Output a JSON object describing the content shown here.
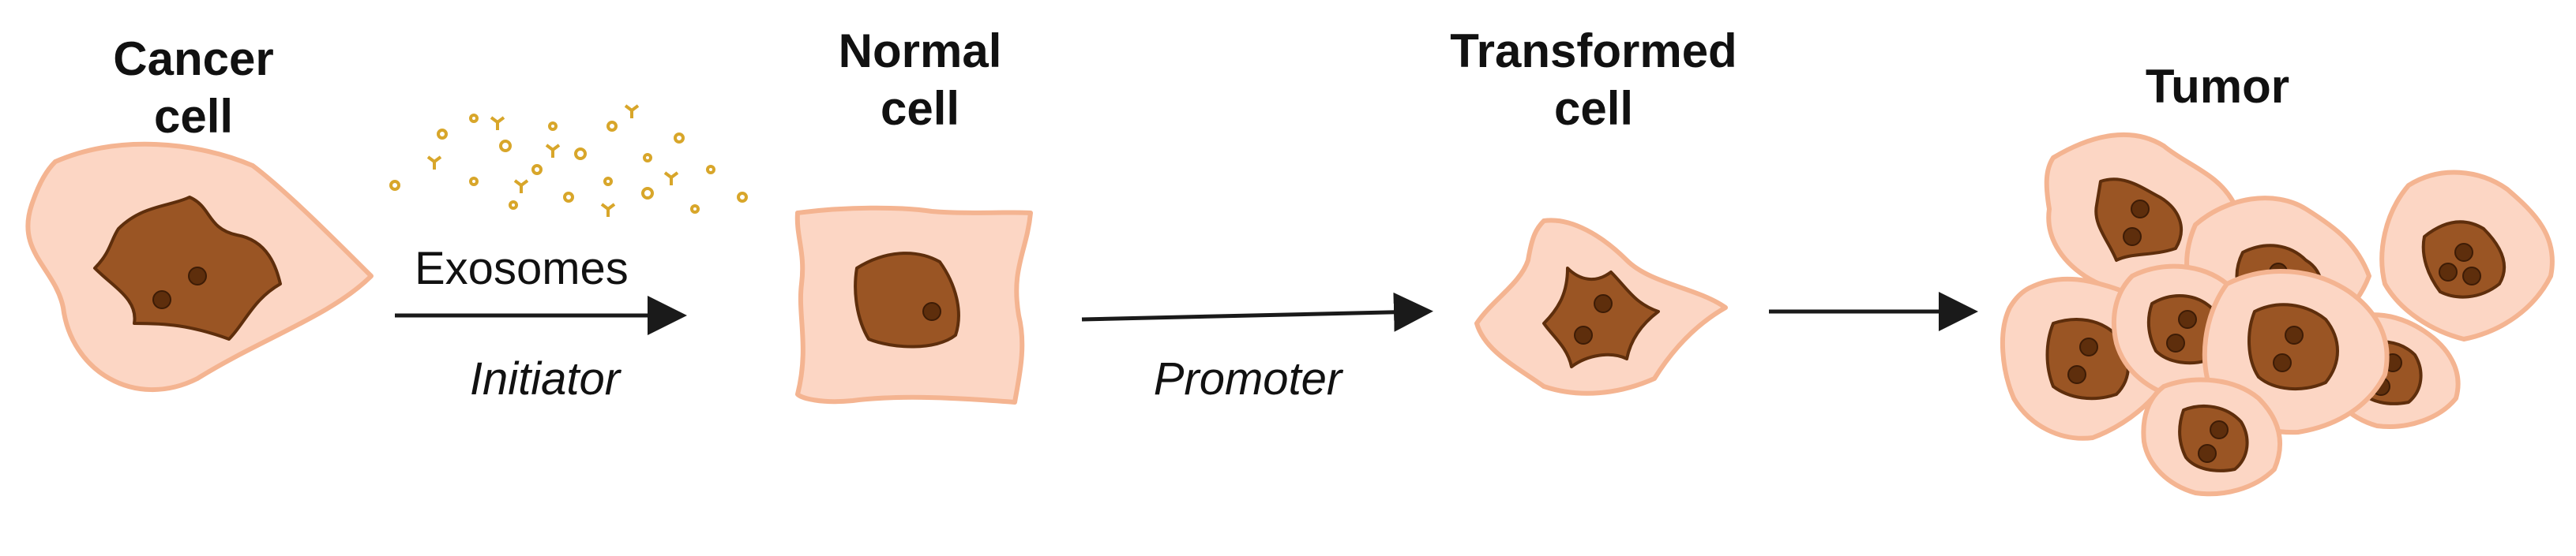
{
  "labels": {
    "cancer_line1": "Cancer",
    "cancer_line2": "cell",
    "normal_line1": "Normal",
    "normal_line2": "cell",
    "transformed_line1": "Transformed",
    "transformed_line2": "cell",
    "tumor": "Tumor",
    "exosomes": "Exosomes",
    "initiator": "Initiator",
    "promoter": "Promoter"
  },
  "colors": {
    "cytoplasm_fill": "#fcd6c4",
    "cytoplasm_stroke": "#f4b491",
    "nucleus_fill": "#9a5524",
    "nucleus_stroke": "#5e2e0c",
    "normal_nucleus_fill": "#d48e54",
    "exosome": "#d8a62a",
    "arrow": "#1a1a1a"
  }
}
